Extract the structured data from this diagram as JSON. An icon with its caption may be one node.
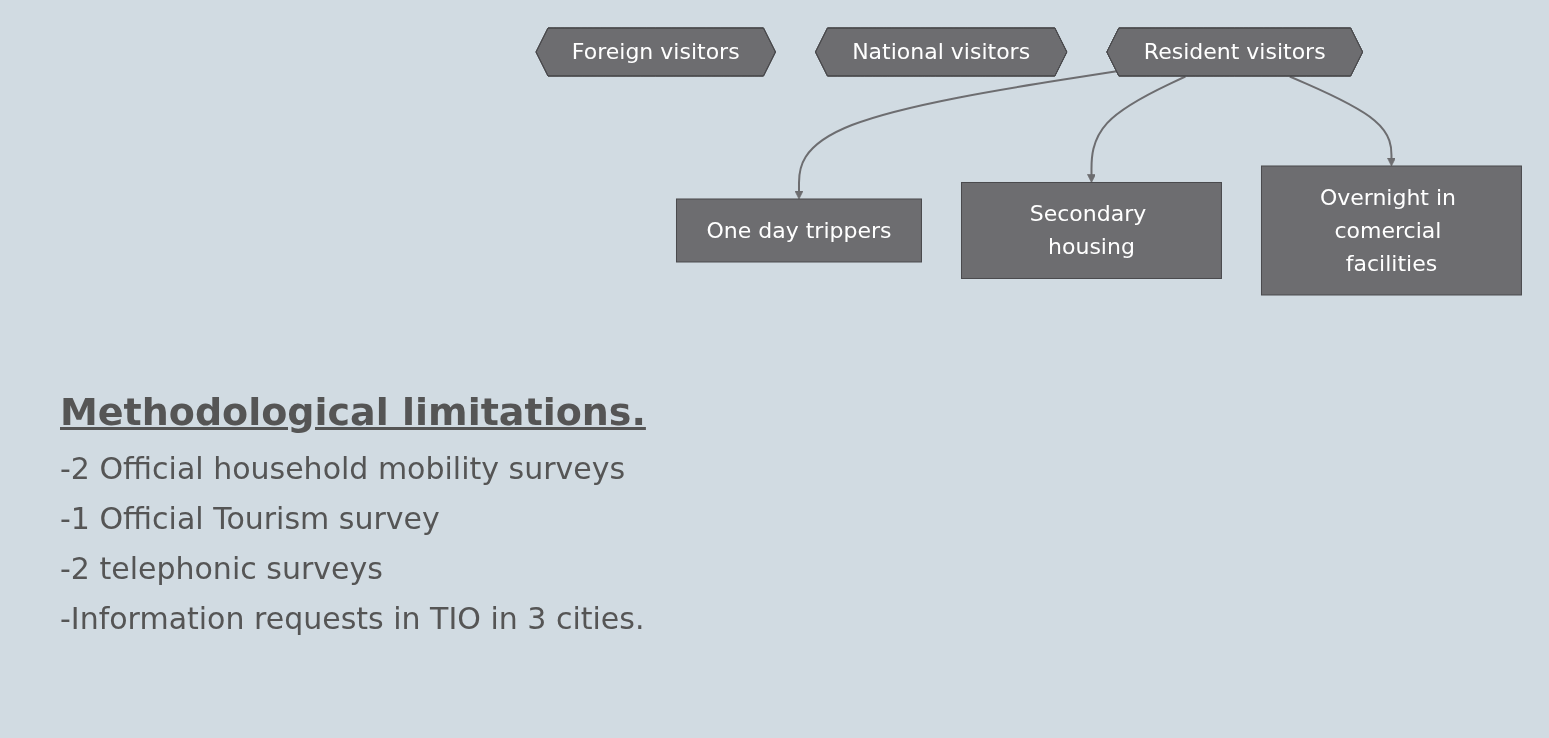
{
  "diagram": {
    "nodes": [
      {
        "text": [
          "Foreign visitors"
        ]
      },
      {
        "text": [
          "National visitors"
        ]
      },
      {
        "text": [
          "Resident visitors"
        ]
      },
      {
        "text": [
          "One day trippers"
        ]
      },
      {
        "text": [
          "Secondary housing"
        ]
      },
      {
        "text": [
          "Overnight in comercial facilities"
        ]
      }
    ],
    "edges": [
      {
        "from": 2,
        "to": 3,
        "arrow": "to"
      },
      {
        "from": 2,
        "to": 4,
        "arrow": "to"
      },
      {
        "from": 2,
        "to": 5,
        "arrow": "to"
      }
    ],
    "labels": [
      "Methodological limitations.",
      "-2 Official household mobility surveys",
      "-1 Official Tourism survey",
      "-2 telephonic surveys",
      "-Information requests in TIO in 3 cities."
    ]
  }
}
